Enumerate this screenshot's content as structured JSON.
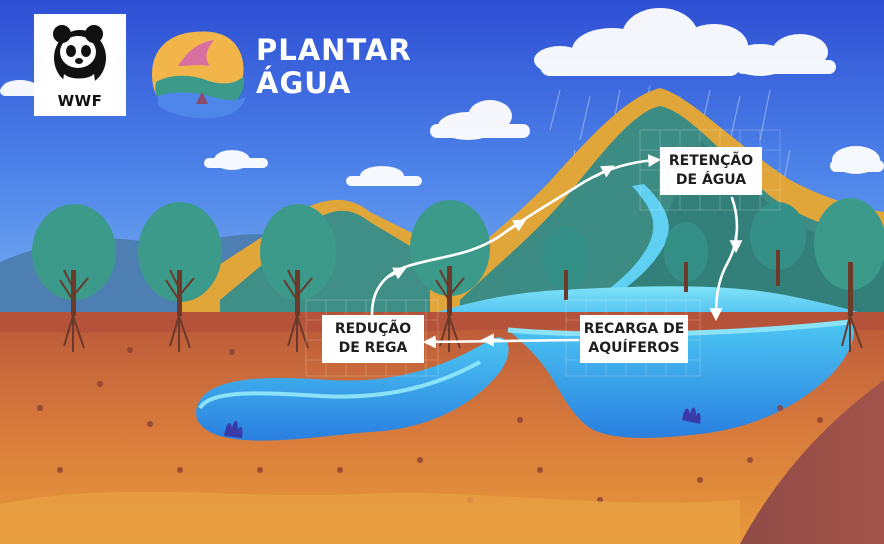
{
  "logo": {
    "brand": "WWF",
    "icon": "panda-icon"
  },
  "project": {
    "title_line1": "PLANTAR",
    "title_line2": "ÁGUA",
    "icon": "plantar-agua-logo-icon"
  },
  "labels": {
    "retention": {
      "line1": "RETENÇÃO",
      "line2": "DE ÁGUA"
    },
    "irrigation": {
      "line1": "REDUÇÃO",
      "line2": "DE REGA"
    },
    "recharge": {
      "line1": "RECARGA DE",
      "line2": "AQUÍFEROS"
    }
  },
  "colors": {
    "sky_top": "#3557d6",
    "sky_bottom": "#6ea6f0",
    "mountain_green": "#3f8f87",
    "mountain_gold": "#e0a63a",
    "tree_green": "#3c9a8a",
    "water_light": "#5fd3f2",
    "water_dark": "#2677d6",
    "soil_top": "#c9683f",
    "soil_bottom": "#e0893b",
    "cycle_arrow": "#ffffff"
  }
}
